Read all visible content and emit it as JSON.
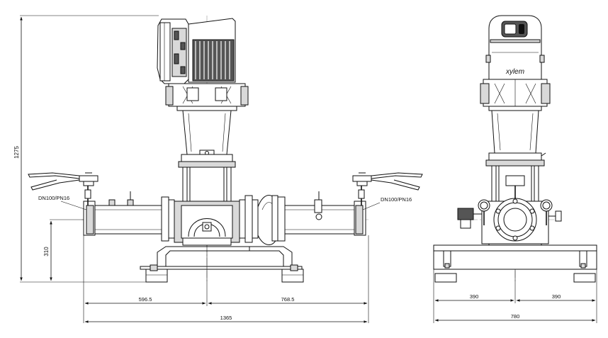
{
  "brand": {
    "logo_text": "xylem"
  },
  "front_view": {
    "overall_height": "1275",
    "inlet_height": "310",
    "left_flange_label": "DN100/PN16",
    "right_flange_label": "DN100/PN16",
    "left_length": "596.5",
    "right_length": "768.5",
    "total_length": "1365"
  },
  "side_view": {
    "left_width": "390",
    "right_width": "390",
    "total_width": "780"
  }
}
